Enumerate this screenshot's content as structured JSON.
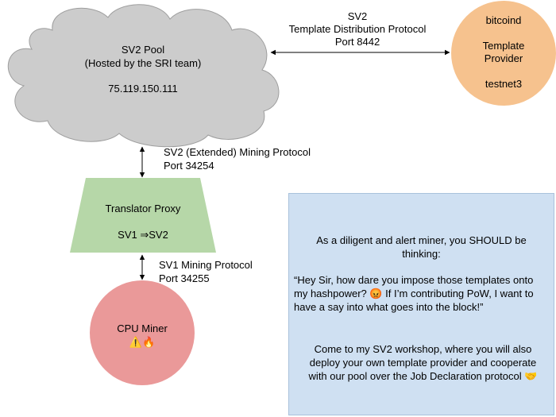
{
  "pool": {
    "title": "SV2 Pool",
    "subtitle": "(Hosted by the SRI team)",
    "ip": "75.119.150.111"
  },
  "template_provider": {
    "line1": "bitcoind",
    "line2": "Template",
    "line3": "Provider",
    "line4": "testnet3"
  },
  "link_pool_tp": {
    "line1": "SV2",
    "line2": "Template Distribution Protocol",
    "line3": "Port 8442"
  },
  "link_pool_proxy": {
    "line1": "SV2 (Extended) Mining Protocol",
    "line2": "Port 34254"
  },
  "proxy": {
    "title": "Translator Proxy",
    "subtitle": "SV1 ⇒SV2"
  },
  "link_proxy_miner": {
    "line1": "SV1 Mining Protocol",
    "line2": "Port 34255"
  },
  "miner": {
    "title": "CPU Miner",
    "emojis": "⚠️🔥"
  },
  "note": {
    "intro_line1": "As a diligent and alert miner, you SHOULD be",
    "intro_line2": "thinking:",
    "quote_line1": "“Hey Sir, how dare you impose those templates onto",
    "quote_line2": "my hashpower? 😡 If I’m contributing PoW, I want to",
    "quote_line3": "have a say into what goes into the block!”",
    "cta_line1": "Come to my SV2 workshop, where you will also",
    "cta_line2": "deploy your own template provider and cooperate",
    "cta_line3": "with our pool over the Job Declaration protocol 🤝"
  },
  "colors": {
    "cloud_fill": "#cccccc",
    "cloud_stroke": "#9e9e9e",
    "template_provider_fill": "#f6c28e",
    "proxy_fill": "#b6d7a8",
    "miner_fill": "#ea9999",
    "note_fill": "#cfe0f2"
  }
}
